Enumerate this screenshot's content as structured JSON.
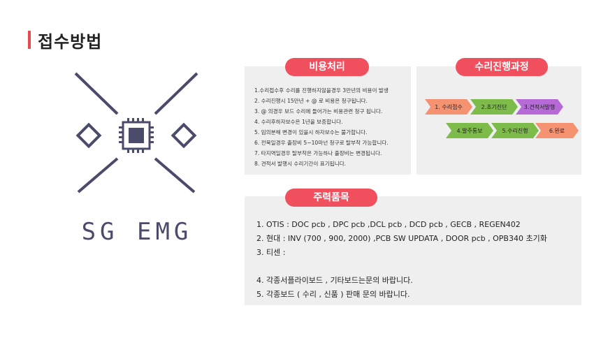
{
  "page": {
    "title": "접수방법"
  },
  "brand": {
    "name": "SG EMG"
  },
  "cost": {
    "heading": "비용처리",
    "items": [
      "1.수리접수후 수리를 진행하지않을경우 3만년의 비용이 발생",
      "2. 수리진행시 15만년 + @ 로 비용은 청구됩니다.",
      "3. @ 의경우 보드 수리에 들어가는 비용관련 청구 됩니다.",
      "4. 수리후하자보수은 1년을 보증합니다.",
      "5. 임의분해 변경이 있을시 하자보수는 불가합니다.",
      "6. 전북일경우 출장비 5~10마넌 청구로 탈부착 가능합니다.",
      "7. 타지역일경우 탈부착은 가능하나 출장비는 변경됩니다.",
      "8. 견적서 발행시 수리기간이 표기됩니다."
    ]
  },
  "process": {
    "heading": "수리진행과정",
    "steps": [
      {
        "label": "1. 수리접수",
        "color": "#f59272"
      },
      {
        "label": "2.초기진단",
        "color": "#7dbb4a"
      },
      {
        "label": "3.견적서발행",
        "color": "#b56ad6"
      },
      {
        "label": "4.발주통보",
        "color": "#7dbb4a"
      },
      {
        "label": "5.수리진행",
        "color": "#7dbb4a"
      },
      {
        "label": "6.완료",
        "color": "#f59272"
      }
    ]
  },
  "items": {
    "heading": "주력품목",
    "lines": [
      "1. OTIS : DOC pcb , DPC pcb ,DCL pcb , DCD pcb , GECB , REGEN402",
      "2. 현대 : INV (700 , 900, 2000) ,PCB SW UPDATA , DOOR pcb , OPB340 초기화",
      "3. 티센 :",
      "",
      "4. 각종서플라이보드 , 기타보드는문의 바랍니다.",
      "5. 각종보드 ( 수리 , 신품 ) 판매 문의 바랍니다."
    ]
  },
  "colors": {
    "accent": "#f0505e",
    "logo": "#4a4a6a",
    "panel": "#efefef"
  }
}
